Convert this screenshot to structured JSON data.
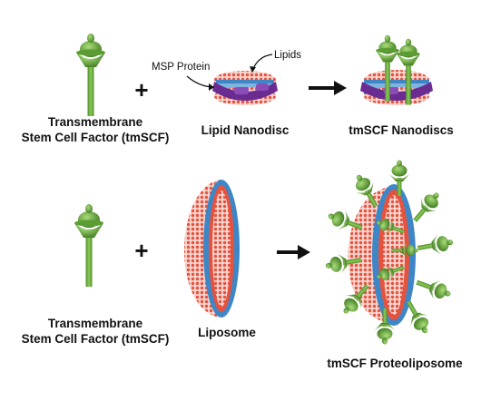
{
  "top_row": {
    "protein_label_line1": "Transmembrane",
    "protein_label_line2": "Stem Cell Factor (tmSCF)",
    "nanodisc_label": "Lipid Nanodisc",
    "result_label": "tmSCF Nanodiscs",
    "msp_callout": "MSP Protein",
    "lipids_callout": "Lipids",
    "operator": "+"
  },
  "bottom_row": {
    "protein_label_line1": "Transmembrane",
    "protein_label_line2": "Stem Cell Factor (tmSCF)",
    "liposome_label": "Liposome",
    "result_label": "tmSCF Proteoliposome",
    "operator": "+"
  },
  "colors": {
    "protein_green": "#6aaa3a",
    "protein_dark": "#3f7a20",
    "lipid_head_red": "#e5533f",
    "lipid_tail_blue": "#3f86c6",
    "msp_purple": "#6a2c91"
  }
}
